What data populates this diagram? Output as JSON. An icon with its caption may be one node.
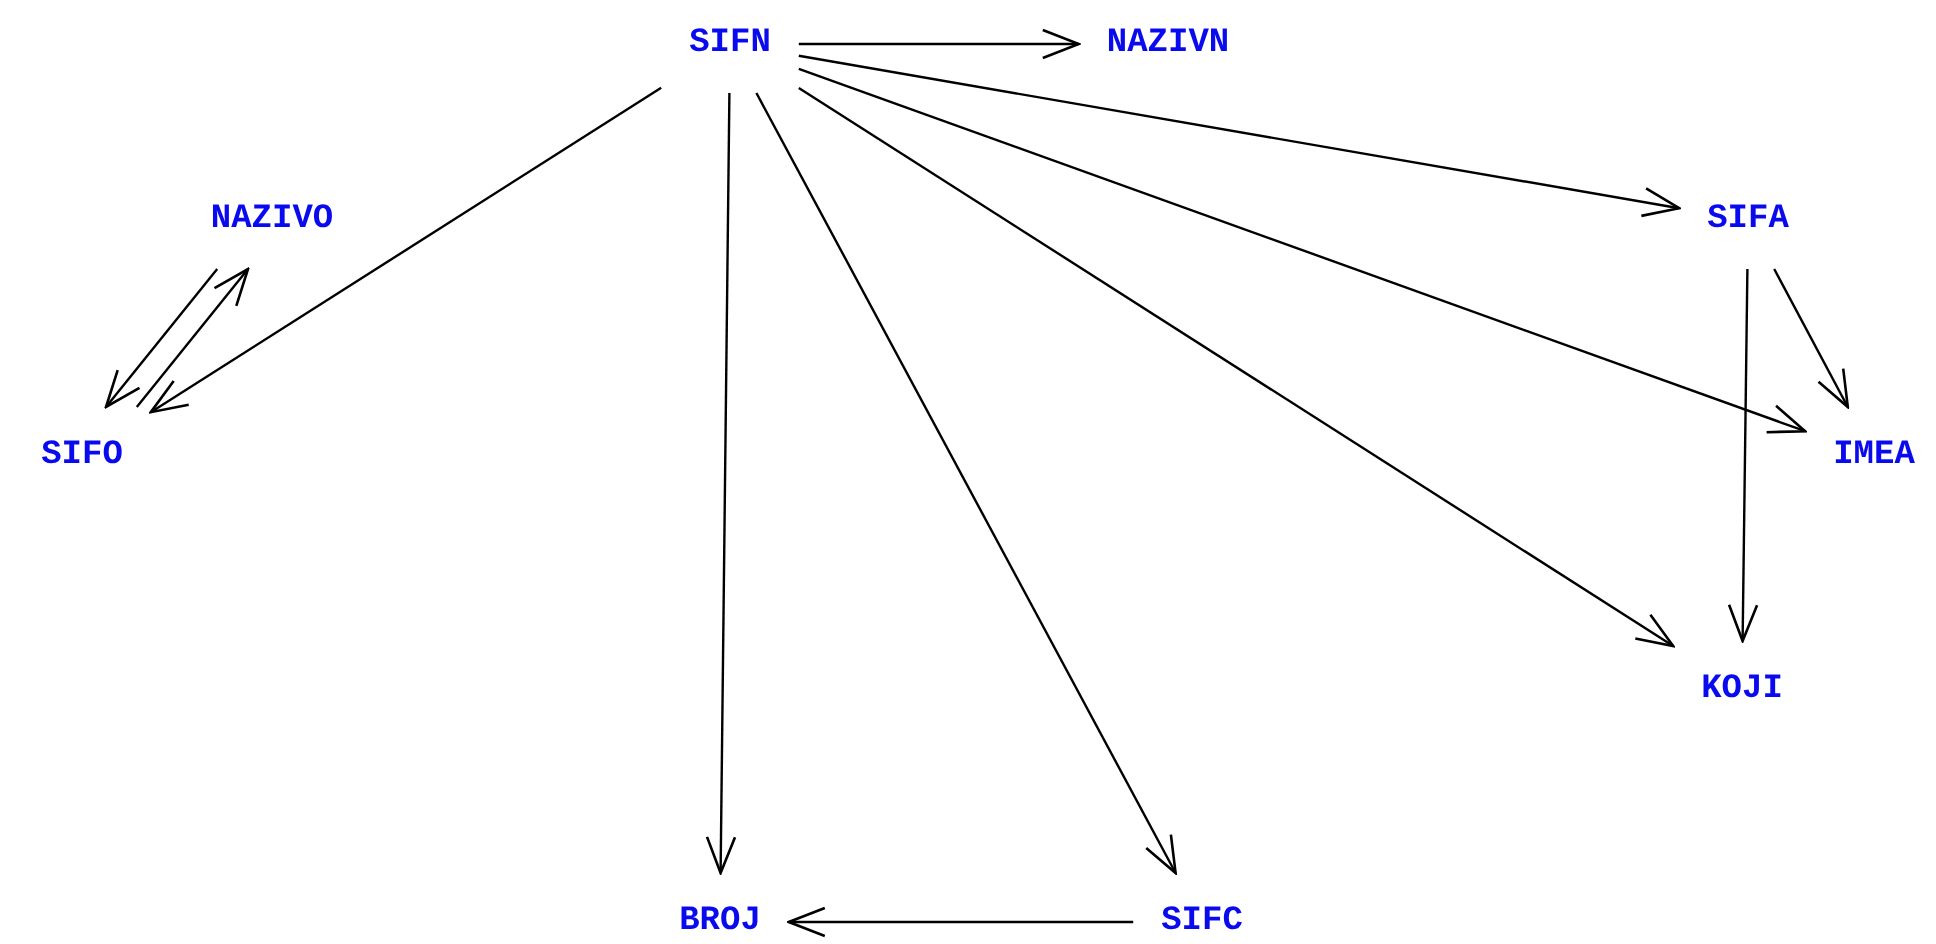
{
  "diagram": {
    "nodes": [
      {
        "text": [
          "SIFN"
        ]
      },
      {
        "text": [
          "NAZIVN"
        ]
      },
      {
        "text": [
          "NAZIVO"
        ]
      },
      {
        "text": [
          "SIFO"
        ]
      },
      {
        "text": [
          "SIFA"
        ]
      },
      {
        "text": [
          "IMEA"
        ]
      },
      {
        "text": [
          "KOJI"
        ]
      },
      {
        "text": [
          "BROJ"
        ]
      },
      {
        "text": [
          "SIFC"
        ]
      }
    ],
    "edges": [
      {
        "from": 0,
        "to": 1,
        "arrow": "to"
      },
      {
        "from": 0,
        "to": 3,
        "arrow": "to"
      },
      {
        "from": 0,
        "to": 7,
        "arrow": "to"
      },
      {
        "from": 0,
        "to": 8,
        "arrow": "to"
      },
      {
        "from": 0,
        "to": 4,
        "arrow": "to"
      },
      {
        "from": 0,
        "to": 5,
        "arrow": "to"
      },
      {
        "from": 0,
        "to": 6,
        "arrow": "to"
      },
      {
        "from": 2,
        "to": 3,
        "arrow": "to"
      },
      {
        "from": 3,
        "to": 2,
        "arrow": "to"
      },
      {
        "from": 4,
        "to": 5,
        "arrow": "to"
      },
      {
        "from": 4,
        "to": 6,
        "arrow": "to"
      },
      {
        "from": 8,
        "to": 7,
        "arrow": "to"
      }
    ]
  }
}
